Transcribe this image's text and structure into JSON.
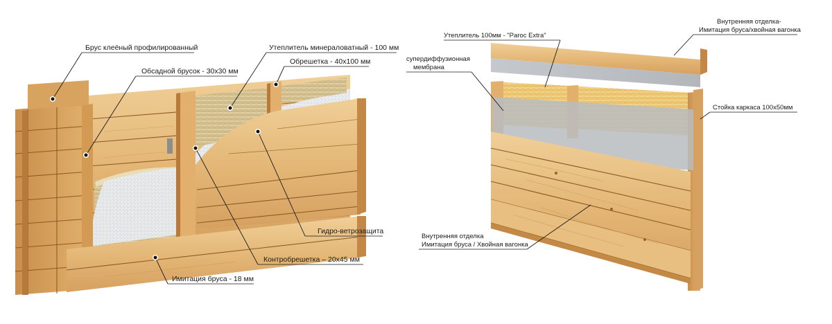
{
  "left_diagram": {
    "labels": {
      "glued_beam": "Брус клеёный профилированный",
      "casing_bar": "Обсадной брусок - 30х30 мм",
      "insulation": "Утеплитель минераловатный  - 100 мм",
      "lathing": "Обрешетка - 40х100 мм",
      "wind_barrier": "Гидро-ветрозащита",
      "counter_lathing": "Контробрешетка – 20х45 мм",
      "imitation_beam": "Имитация бруса - 18 мм"
    }
  },
  "right_diagram": {
    "labels": {
      "insulation": "Утеплитель 100мм - \"Paroc Extra\"",
      "membrane_line1": "супердиффузионная",
      "membrane_line2": "мембрана",
      "inner_finish_top_line1": "Внутренняя отделка-",
      "inner_finish_top_line2": "Имитация бруса/хвойная вагонка",
      "frame_post": "Стойка каркаса 100х50мм",
      "inner_finish_bottom_line1": "Внутренняя отделка",
      "inner_finish_bottom_line2": "Имитация бруса / Хвойная вагонка"
    }
  },
  "colors": {
    "wood_light": "#e9c48a",
    "wood_mid": "#dcae6c",
    "wood_dark": "#c48a45",
    "insulation": "#d9c79a",
    "membrane": "#eef0f2",
    "background": "#ffffff"
  }
}
